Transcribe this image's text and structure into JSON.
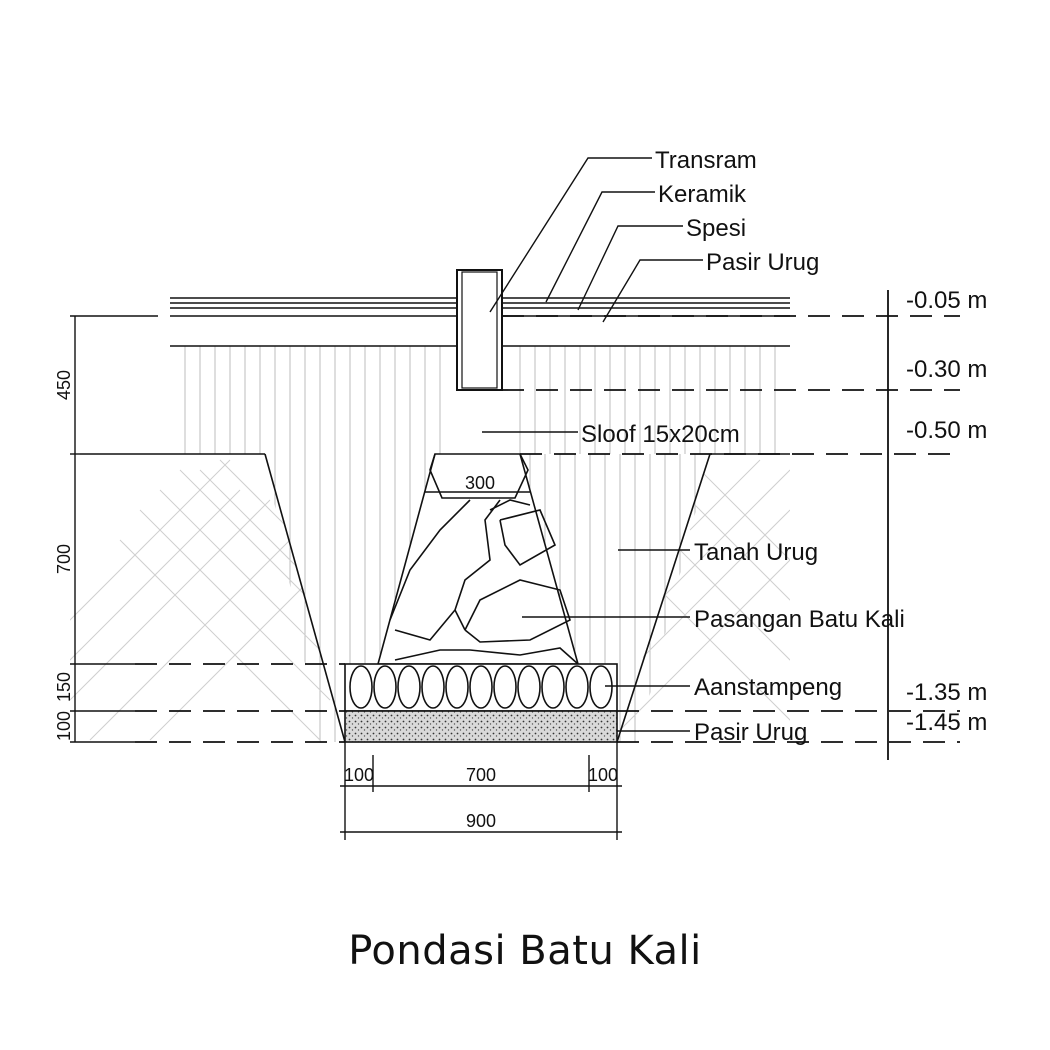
{
  "labels": {
    "transram": "Transram",
    "keramik": "Keramik",
    "spesi": "Spesi",
    "pasir_urug_top": "Pasir Urug",
    "sloof": "Sloof 15x20cm",
    "tanah_urug": "Tanah Urug",
    "pasangan": "Pasangan Batu Kali",
    "aanstampeng": "Aanstampeng",
    "pasir_urug_bottom": "Pasir Urug"
  },
  "levels": {
    "l005": "-0.05 m",
    "l030": "-0.30 m",
    "l050": "-0.50 m",
    "l135": "-1.35 m",
    "l145": "-1.45 m"
  },
  "dimensions": {
    "d450": "450",
    "d700v": "700",
    "d150": "150",
    "d100v": "100",
    "d300": "300",
    "d100a": "100",
    "d700h": "700",
    "d100b": "100",
    "d900": "900"
  },
  "title": "Pondasi Batu Kali"
}
